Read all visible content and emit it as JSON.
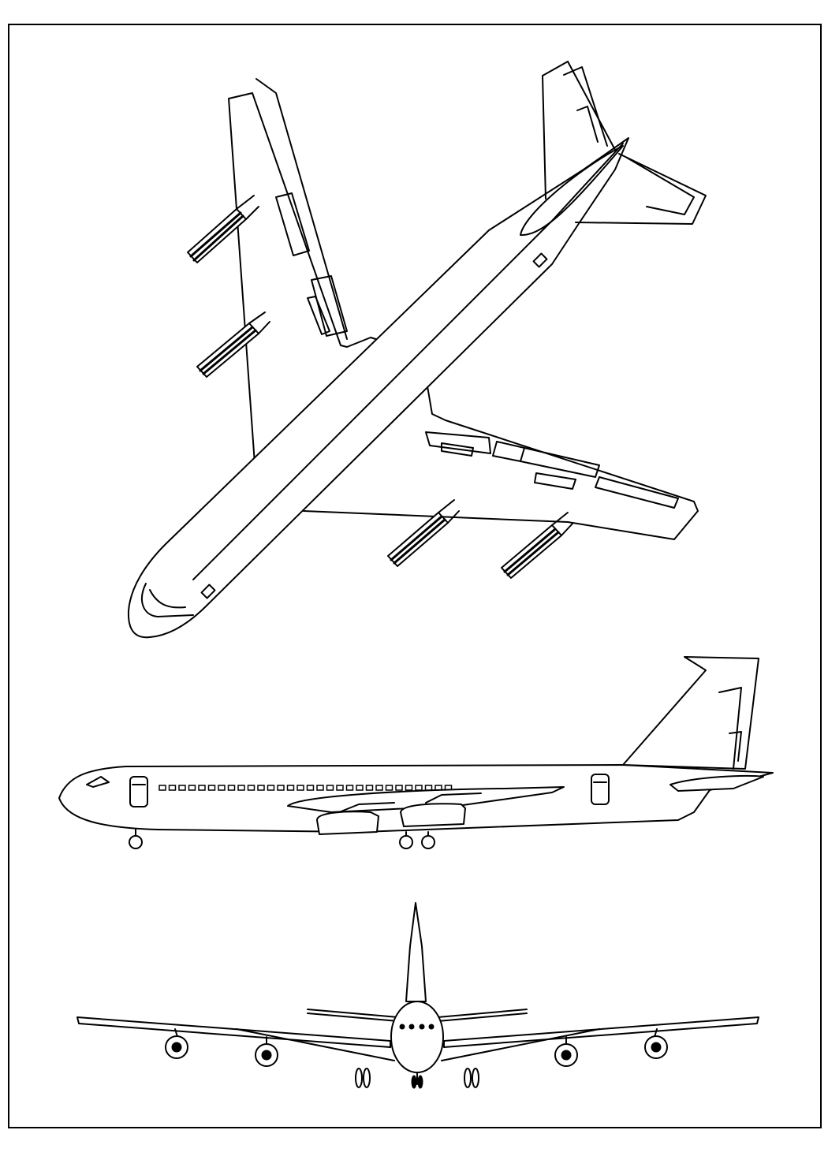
{
  "drawing": {
    "subject": "",
    "views": [
      {
        "id": "top-view"
      },
      {
        "id": "side-view"
      },
      {
        "id": "front-view"
      }
    ],
    "colors": {
      "line": "#000000",
      "background": "#ffffff"
    }
  }
}
